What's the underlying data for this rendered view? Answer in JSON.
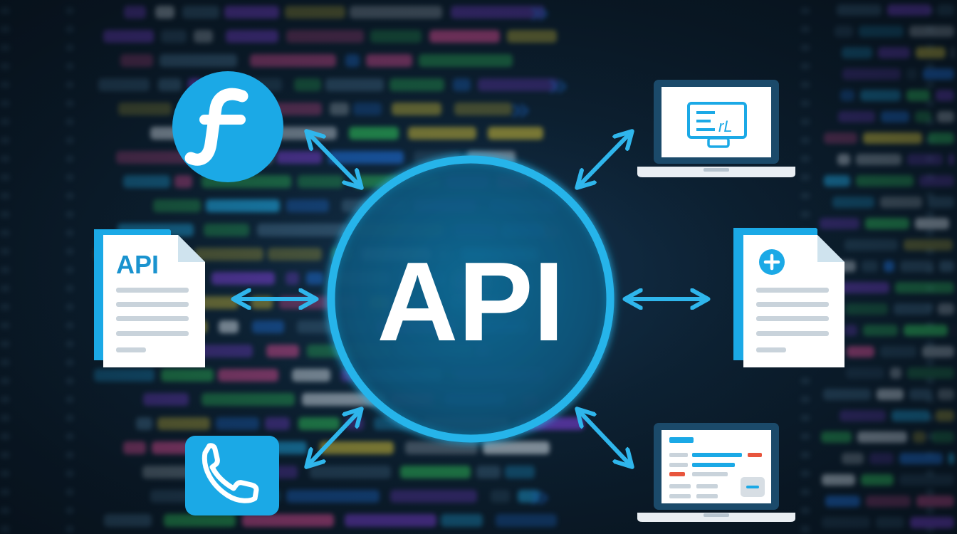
{
  "hub": {
    "label": "API",
    "colors": {
      "ring": "#27b4ea",
      "fill": "#0f5a80",
      "text": "#ffffff"
    }
  },
  "nodes": [
    {
      "id": "function-app",
      "icon": "function-f-icon",
      "position": "top-left"
    },
    {
      "id": "laptop-monitor",
      "icon": "laptop-screen-icon",
      "position": "top-right"
    },
    {
      "id": "api-document",
      "icon": "document-icon",
      "label": "API",
      "position": "left"
    },
    {
      "id": "add-document",
      "icon": "document-plus-icon",
      "position": "right"
    },
    {
      "id": "phone-call",
      "icon": "phone-icon",
      "position": "bottom-left"
    },
    {
      "id": "dashboard-laptop",
      "icon": "laptop-dashboard-icon",
      "position": "bottom-right"
    }
  ],
  "connectors": {
    "style": "double-headed-arrow",
    "color": "#2fb6ec"
  },
  "colors": {
    "accent": "#1fa6e0",
    "background": "#0b1824",
    "alert": "#e8553d"
  }
}
